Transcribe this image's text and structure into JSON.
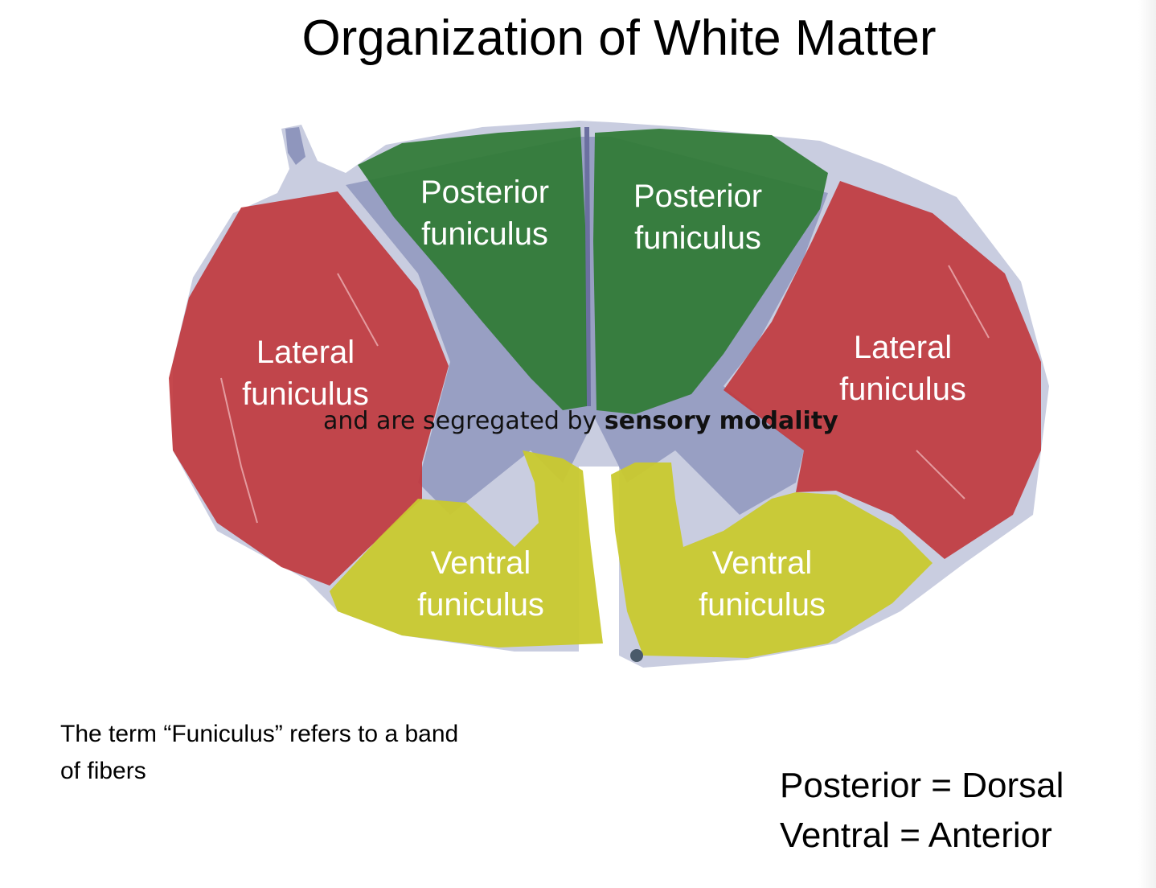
{
  "title": "Organization of White Matter",
  "regions": {
    "posterior_left": "Posterior funiculus",
    "posterior_right": "Posterior funiculus",
    "lateral_left": "Lateral funiculus",
    "lateral_right": "Lateral funiculus",
    "ventral_left": "Ventral funiculus",
    "ventral_right": "Ventral funiculus"
  },
  "overlay": {
    "prefix": "and are segregated by ",
    "emphasis": "sensory modality"
  },
  "note": "The term “Funiculus” refers to a band of fibers",
  "equivalences": [
    "Posterior = Dorsal",
    "Ventral = Anterior"
  ],
  "colors": {
    "posterior": "#2f7a34",
    "lateral": "#c13a3f",
    "ventral": "#c9c92e",
    "gray_matter": "#a9aec9"
  }
}
